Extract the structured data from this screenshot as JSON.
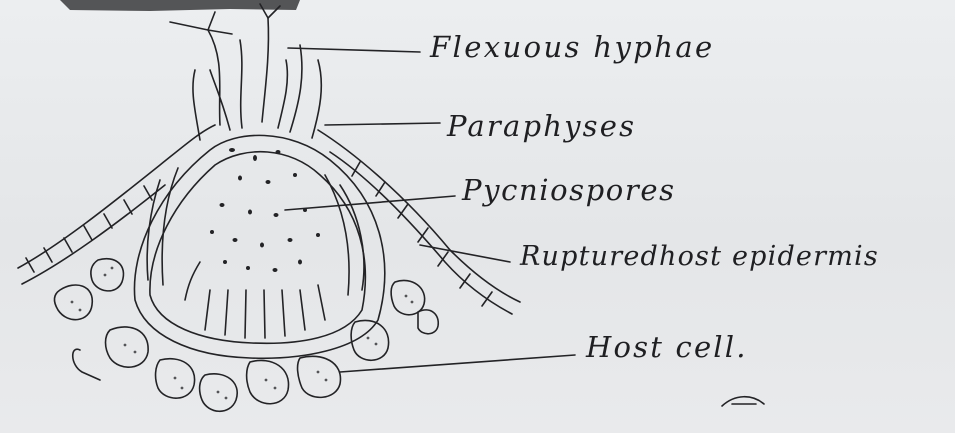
{
  "labels": {
    "flexuous_hyphae": "Flexuous hyphae",
    "paraphyses": "Paraphyses",
    "pycniospores": "Pycniospores",
    "ruptured_host_epidermis": "Rupturedhost epidermis",
    "host_cell": "Host cell."
  },
  "colors": {
    "paper": "#e6e7e9",
    "ink": "#1f1f22"
  }
}
